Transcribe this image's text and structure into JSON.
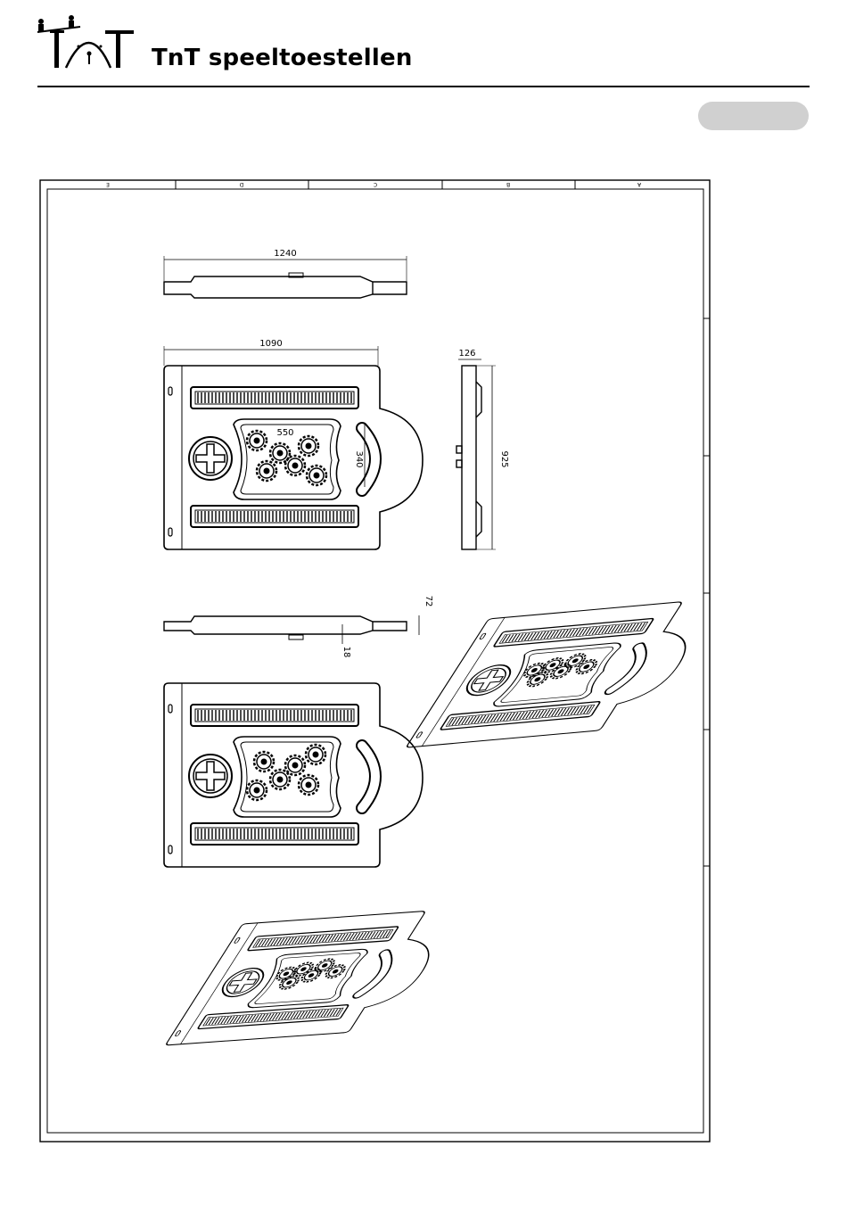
{
  "header": {
    "brand_name": "TnT speeltoestellen"
  },
  "drawing": {
    "zone_columns": [
      "E",
      "D",
      "C",
      "B",
      "A"
    ],
    "dimensions": {
      "top_length": "1240",
      "plan_width": "1090",
      "insert_width": "550",
      "insert_height": "340",
      "side_thickness": "126",
      "side_height": "925",
      "edge_height": "72",
      "edge_offset": "18"
    }
  }
}
